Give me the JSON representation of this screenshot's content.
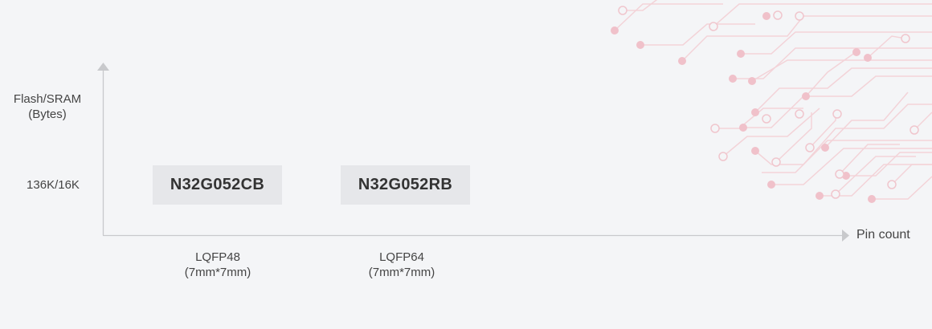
{
  "y_axis": {
    "label_line1": "Flash/SRAM",
    "label_line2": "(Bytes)",
    "tick": "136K/16K"
  },
  "x_axis": {
    "label": "Pin count",
    "packages": [
      {
        "name": "LQFP48",
        "size": "(7mm*7mm)"
      },
      {
        "name": "LQFP64",
        "size": "(7mm*7mm)"
      }
    ]
  },
  "chips": [
    {
      "label": "N32G052CB"
    },
    {
      "label": "N32G052RB"
    }
  ],
  "colors": {
    "background": "#f4f5f7",
    "chip_fill": "#e6e7ea",
    "axis": "#c8c9cc",
    "circuit_line": "#f3cdd3",
    "circuit_dot": "#efb9c3"
  }
}
